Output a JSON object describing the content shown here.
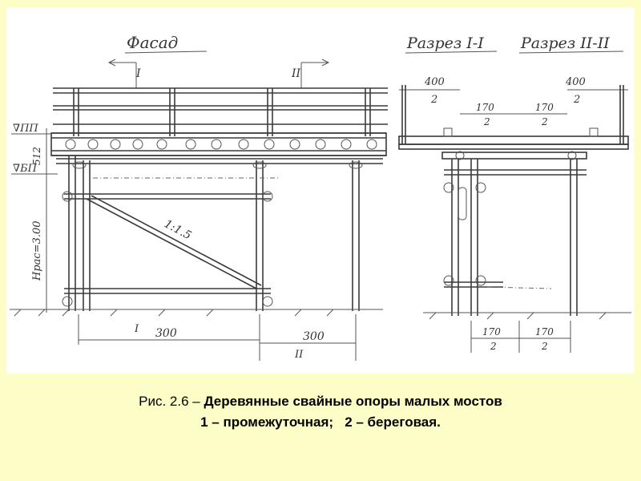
{
  "drawing": {
    "facade_title": "Фасад",
    "section_1_title": "Разрез I-I",
    "section_2_title": "Разрез II-II",
    "section_mark_1": "I",
    "section_mark_2": "II",
    "level_pp": "∇ПП",
    "level_bp": "∇БП",
    "dim_512": "512",
    "dim_height": "Hрас=3.00",
    "slope": "1:1.5",
    "dim_300_a": "300",
    "dim_300_b": "300",
    "dim_400_a": "400",
    "dim_400_b": "400",
    "dim_2": "2",
    "dim_170": "170"
  },
  "caption": {
    "prefix": "Рис. 2.6 – ",
    "title": "Деревянные свайные опоры малых мостов",
    "line2": "1 – промежуточная;   2 – береговая."
  },
  "colors": {
    "background": "#fdfdc8",
    "panel": "#ffffff",
    "ink": "#3a3a3a"
  }
}
